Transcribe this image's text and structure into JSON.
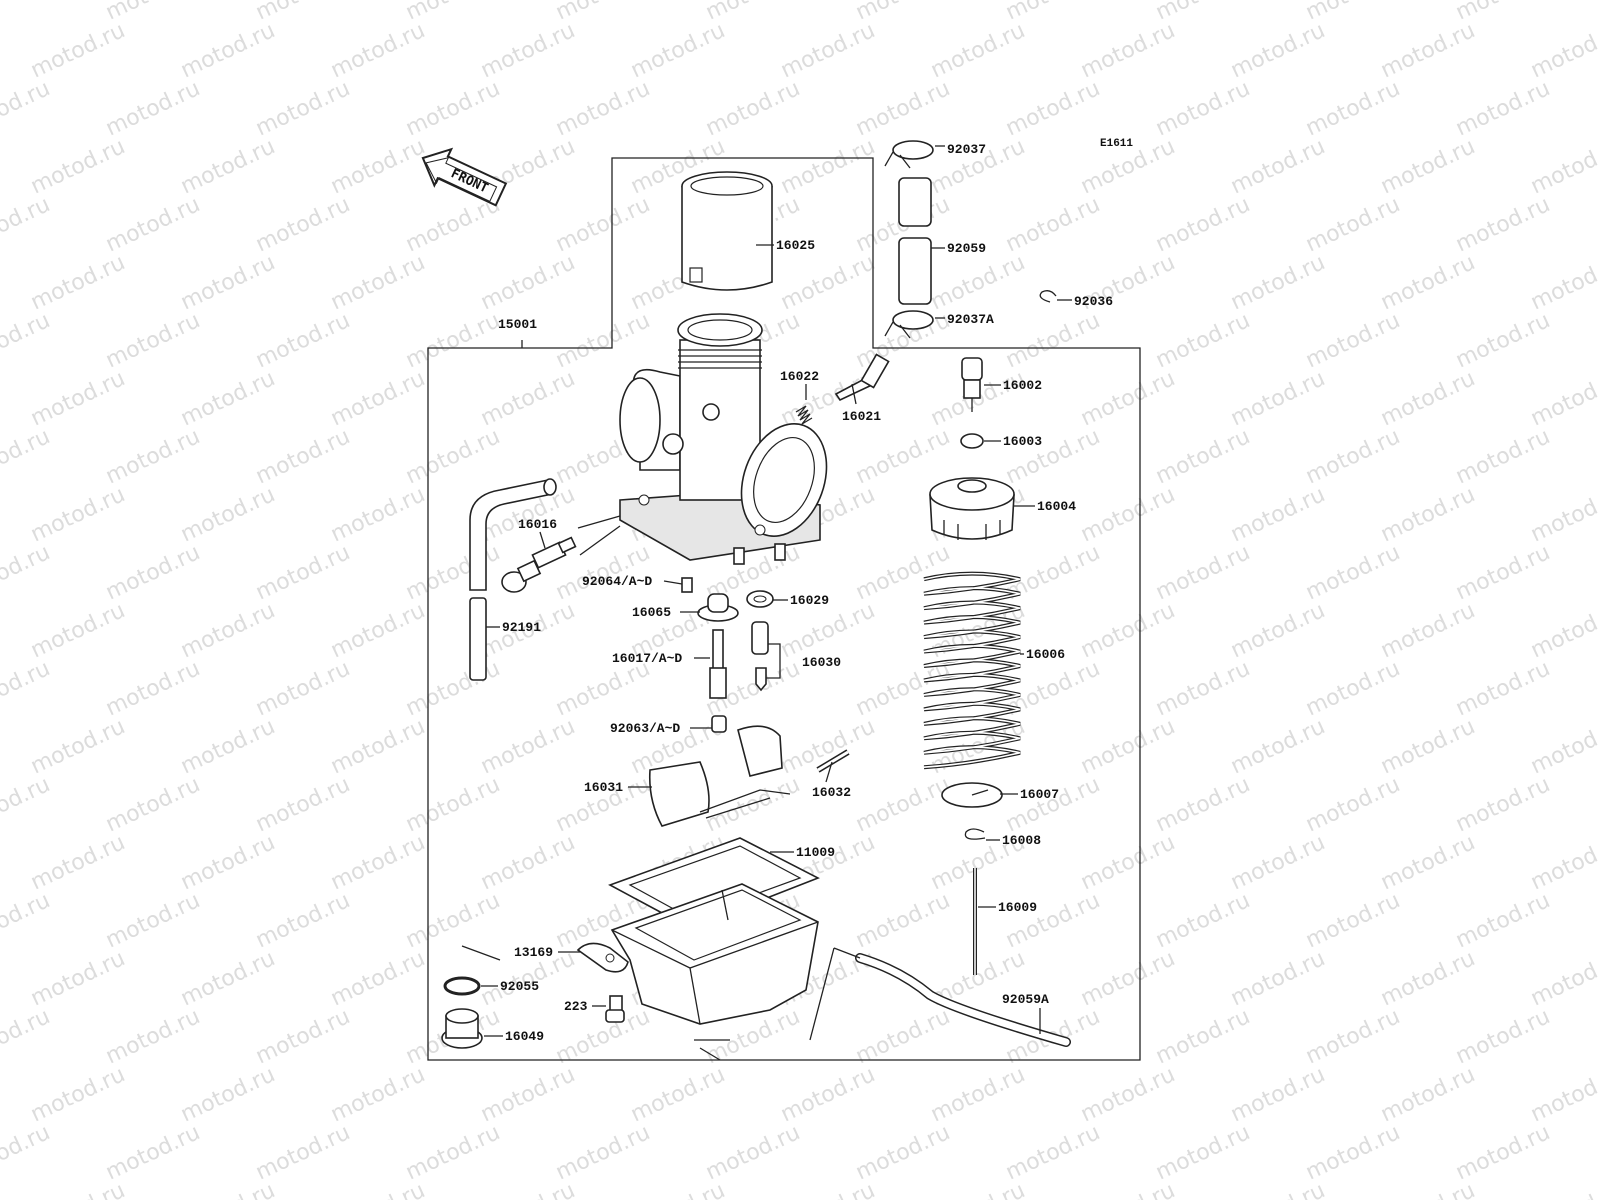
{
  "diagram": {
    "code": "E1611",
    "front_label": "FRONT",
    "watermark": "motod.ru",
    "assembly_label": "15001",
    "parts": [
      {
        "id": "p-92037",
        "label": "92037"
      },
      {
        "id": "p-92059",
        "label": "92059"
      },
      {
        "id": "p-92036",
        "label": "92036"
      },
      {
        "id": "p-92037a",
        "label": "92037A"
      },
      {
        "id": "p-16025",
        "label": "16025"
      },
      {
        "id": "p-16022",
        "label": "16022"
      },
      {
        "id": "p-16021",
        "label": "16021"
      },
      {
        "id": "p-16002",
        "label": "16002"
      },
      {
        "id": "p-16003",
        "label": "16003"
      },
      {
        "id": "p-16004",
        "label": "16004"
      },
      {
        "id": "p-16016",
        "label": "16016"
      },
      {
        "id": "p-92064",
        "label": "92064/A~D"
      },
      {
        "id": "p-16029",
        "label": "16029"
      },
      {
        "id": "p-16065",
        "label": "16065"
      },
      {
        "id": "p-92191",
        "label": "92191"
      },
      {
        "id": "p-16017",
        "label": "16017/A~D"
      },
      {
        "id": "p-16030",
        "label": "16030"
      },
      {
        "id": "p-16006",
        "label": "16006"
      },
      {
        "id": "p-92063",
        "label": "92063/A~D"
      },
      {
        "id": "p-16031",
        "label": "16031"
      },
      {
        "id": "p-16032",
        "label": "16032"
      },
      {
        "id": "p-16007",
        "label": "16007"
      },
      {
        "id": "p-16008",
        "label": "16008"
      },
      {
        "id": "p-11009",
        "label": "11009"
      },
      {
        "id": "p-16009",
        "label": "16009"
      },
      {
        "id": "p-13169",
        "label": "13169"
      },
      {
        "id": "p-92055",
        "label": "92055"
      },
      {
        "id": "p-92059a",
        "label": "92059A"
      },
      {
        "id": "p-223",
        "label": "223"
      },
      {
        "id": "p-16049",
        "label": "16049"
      }
    ]
  }
}
